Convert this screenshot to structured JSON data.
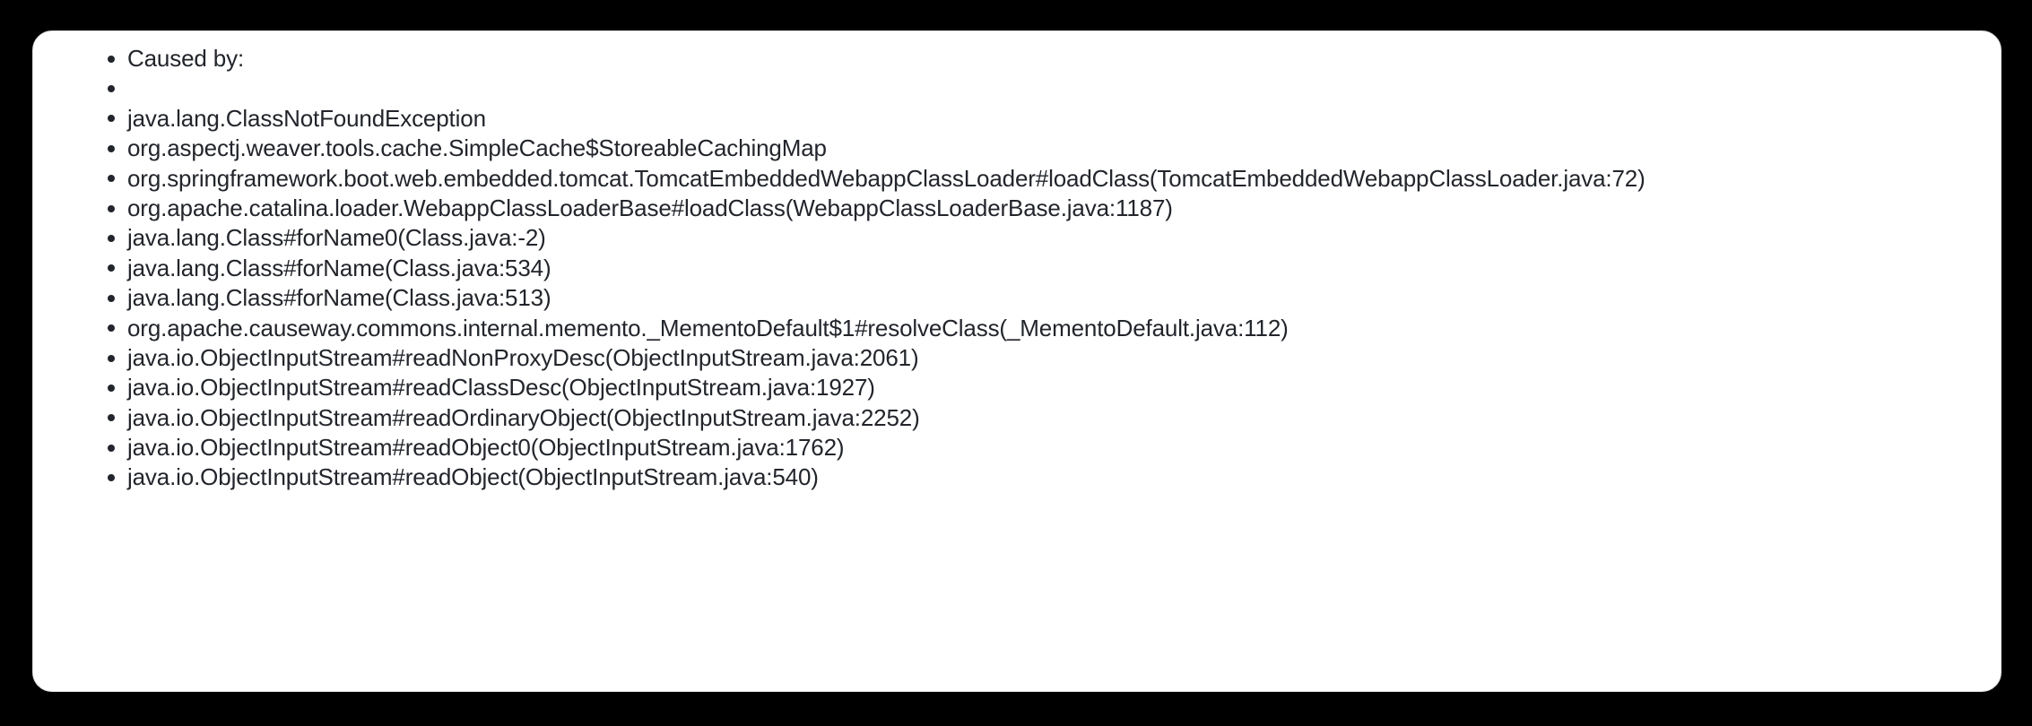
{
  "card": {
    "background_color": "#ffffff",
    "border_color": "#dcdcdc",
    "page_background_color": "#000000",
    "text_color": "#22252b"
  },
  "stacktrace": {
    "bullet_icon": "bullet-dot-icon",
    "items": [
      {
        "text": "Caused by:"
      },
      {
        "text": ""
      },
      {
        "text": "java.lang.ClassNotFoundException"
      },
      {
        "text": "org.aspectj.weaver.tools.cache.SimpleCache$StoreableCachingMap"
      },
      {
        "text": "org.springframework.boot.web.embedded.tomcat.TomcatEmbeddedWebappClassLoader#loadClass(TomcatEmbeddedWebappClassLoader.java:72)"
      },
      {
        "text": "org.apache.catalina.loader.WebappClassLoaderBase#loadClass(WebappClassLoaderBase.java:1187)"
      },
      {
        "text": "java.lang.Class#forName0(Class.java:-2)"
      },
      {
        "text": "java.lang.Class#forName(Class.java:534)"
      },
      {
        "text": "java.lang.Class#forName(Class.java:513)"
      },
      {
        "text": "org.apache.causeway.commons.internal.memento._MementoDefault$1#resolveClass(_MementoDefault.java:112)"
      },
      {
        "text": "java.io.ObjectInputStream#readNonProxyDesc(ObjectInputStream.java:2061)"
      },
      {
        "text": "java.io.ObjectInputStream#readClassDesc(ObjectInputStream.java:1927)"
      },
      {
        "text": "java.io.ObjectInputStream#readOrdinaryObject(ObjectInputStream.java:2252)"
      },
      {
        "text": "java.io.ObjectInputStream#readObject0(ObjectInputStream.java:1762)"
      },
      {
        "text": "java.io.ObjectInputStream#readObject(ObjectInputStream.java:540)"
      }
    ]
  }
}
